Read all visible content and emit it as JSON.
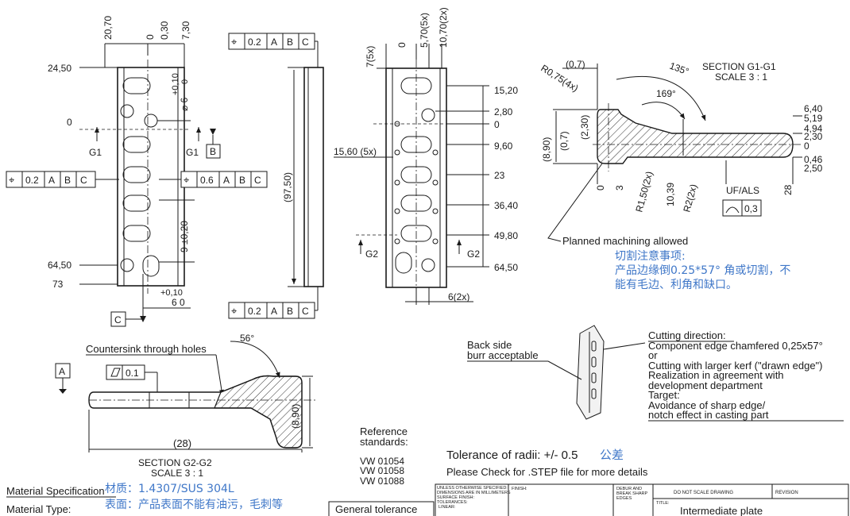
{
  "front_view": {
    "dims_top": [
      "20,70",
      "0",
      "0,30",
      "7,30"
    ],
    "dims_left": [
      "24,50",
      "0",
      "64,50",
      "73"
    ],
    "hole_tol_upper": "+0,10",
    "hole_tol_lower": "0",
    "hole_dia": "⌀ 6",
    "slot_dim": "9 ±0,20",
    "bottom_tol": "+0,10",
    "bottom_dims": "6   0",
    "section_label": "G1",
    "datum_b": "B",
    "datum_c": "C",
    "fcf_left": [
      "⌖",
      "0.2",
      "A",
      "B",
      "C"
    ],
    "fcf_right": [
      "⌖",
      "0.6",
      "A",
      "B",
      "C"
    ]
  },
  "side_view": {
    "fcf_top": [
      "⌖",
      "0.2",
      "A",
      "B",
      "C"
    ],
    "fcf_bottom": [
      "⌖",
      "0.2",
      "A",
      "B",
      "C"
    ],
    "length": "(97,50)"
  },
  "rear_view": {
    "dims_top": [
      "7(5x)",
      "0",
      "5,70(5x)",
      "10,70(2x)"
    ],
    "dims_right": [
      "15,20",
      "2,80",
      "0",
      "9,60",
      "23",
      "36,40",
      "49,80",
      "64,50"
    ],
    "pitch": "15,60 (5x)",
    "width": "6(2x)",
    "section_label": "G2"
  },
  "section_g1": {
    "title": "SECTION G1-G1",
    "scale": "SCALE 3 : 1",
    "radius": "R0,75(4x)",
    "top_dim": "(0,7)",
    "angle_outer": "135°",
    "angle_inner": "169°",
    "left_dims": [
      "(8,90)",
      "(0,7)",
      "(2,30)"
    ],
    "right_dims": [
      "6,40",
      "5,19",
      "4,94",
      "2,30",
      "0",
      "0,46",
      "2,50"
    ],
    "bottom_dims": [
      "0",
      "3",
      "R1,50(2x)",
      "10,39",
      "R2(2x)",
      "28"
    ],
    "surface_label": "UF/ALS",
    "profile_tol": "0,3",
    "note": "Planned machining allowed",
    "cn_note_1": "切割注意事项:",
    "cn_note_2": "产品边缘倒0.25*57° 角或切割，不",
    "cn_note_3": "能有毛边、利角和缺口。"
  },
  "section_g2": {
    "title": "SECTION G2-G2",
    "scale": "SCALE 3 : 1",
    "countersink": "Countersink through holes",
    "angle": "56°",
    "datum_a": "A",
    "flatness": "0.1",
    "height": "(8,90)",
    "length": "(28)"
  },
  "iso_view": {
    "back_side_1": "Back side",
    "back_side_2": "burr acceptable",
    "cut_title": "Cutting direction:",
    "cut_lines": [
      "Component edge chamfered 0,25x57°",
      "or",
      "Cutting with larger kerf (\"drawn edge\")",
      "Realization in agreement with",
      "development department",
      "Target:",
      "Avoidance of sharp edge/",
      "notch effect in casting part"
    ]
  },
  "reference": {
    "title_1": "Reference",
    "title_2": "standards:",
    "standards": [
      "VW 01054",
      "VW 01058",
      "VW 01088"
    ]
  },
  "tolerance_radii": "Tolerance of radii: +/- 0.5",
  "tolerance_cn": "公差",
  "step_note": "Please Check for .STEP file for more details",
  "material": {
    "spec_label": "Material Specification",
    "type_label": "Material Type:",
    "cn_material": "材质：1.4307/SUS 304L",
    "cn_surface": "表面：产品表面不能有油污，毛刺等",
    "general_tol": "General tolerance"
  },
  "title_block": {
    "unless": "UNLESS OTHERWISE SPECIFIED:",
    "dims_mm": "DIMENSIONS ARE IN MILLIMETERS",
    "surface": "SURFACE FINISH:",
    "tolerances": "TOLERANCES:",
    "linear": "LINEAR:",
    "finish": "FINISH:",
    "deburr_1": "DEBUR AND",
    "deburr_2": "BREAK SHARP",
    "deburr_3": "EDGES",
    "no_scale": "DO NOT SCALE DRAWING",
    "revision": "REVISION",
    "title_label": "TITLE:",
    "title": "Intermediate plate"
  }
}
